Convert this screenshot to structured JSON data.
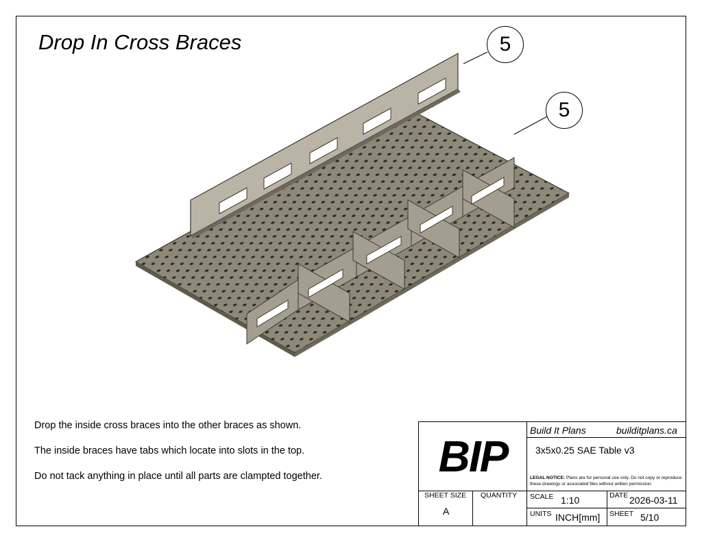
{
  "title": "Drop In Cross Braces",
  "balloons": [
    "5",
    "5"
  ],
  "notes": [
    "Drop the inside cross braces into the other braces as shown.",
    "The inside braces have tabs which locate into slots in the top.",
    "Do not tack anything in place until all parts are clampted together."
  ],
  "title_block": {
    "logo": "BIP",
    "company": "Build It Plans",
    "website": "builditplans.ca",
    "part_name": "3x5x0.25 SAE Table v3",
    "legal_label": "LEGAL NOTICE:",
    "legal_text": "Plans are for personal use only. Do not copy or reproduce these drawings or associated files without written permission.",
    "sheet_size_label": "SHEET SIZE",
    "sheet_size": "A",
    "quantity_label": "QUANTITY",
    "quantity": "",
    "scale_label": "SCALE",
    "scale": "1:10",
    "date_label": "DATE",
    "date": "2026-03-11",
    "units_label": "UNITS",
    "units": "INCH[mm]",
    "sheet_label": "SHEET",
    "sheet": "5/10"
  },
  "colors": {
    "steel": "#8d8878",
    "steel_light": "#b9b4a5",
    "steel_dark": "#5e5a4e"
  }
}
